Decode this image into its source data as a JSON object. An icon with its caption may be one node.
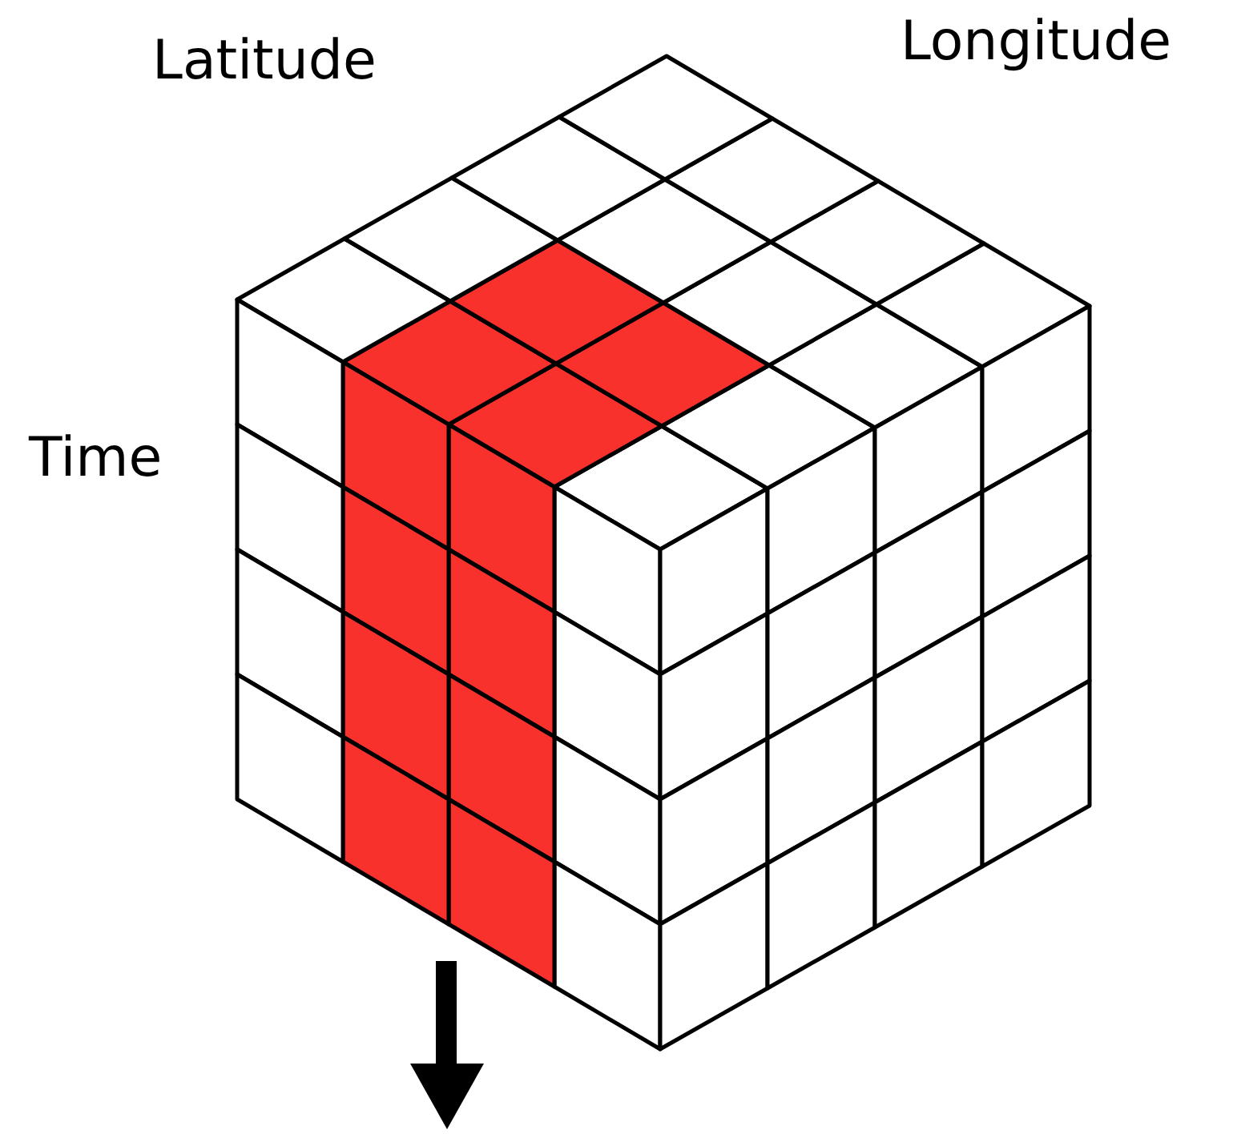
{
  "diagram": {
    "labels": [
      "Latitude",
      "Longitude",
      "Time"
    ]
  }
}
